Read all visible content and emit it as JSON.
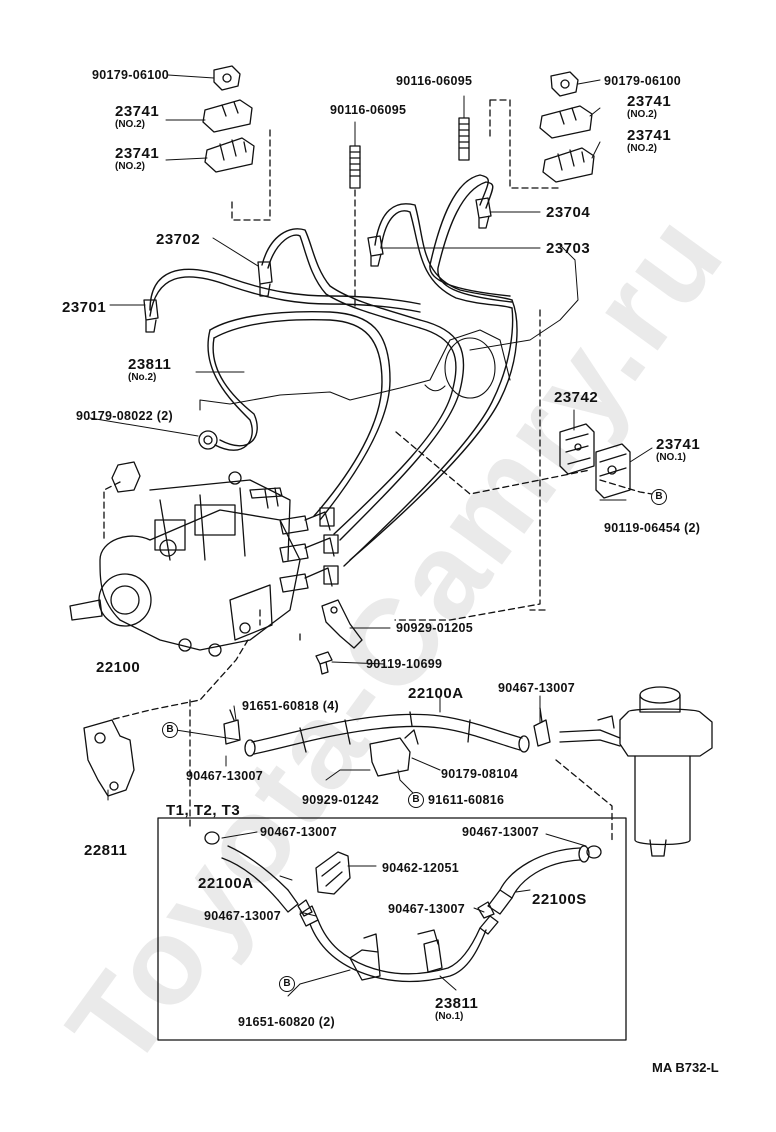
{
  "watermark": "Toyota-Camry.ru",
  "reference": "MA B732-L",
  "group_title": "T1, T2, T3",
  "circle_marker": "B",
  "labels": {
    "p90179_06100_l": "90179-06100",
    "p23741_l1": "23741",
    "p23741_l1_sub": "(NO.2)",
    "p23741_l2": "23741",
    "p23741_l2_sub": "(NO.2)",
    "p90116_a": "90116-06095",
    "p90116_b": "90116-06095",
    "p90179_06100_r": "90179-06100",
    "p23741_r1": "23741",
    "p23741_r1_sub": "(NO.2)",
    "p23741_r2": "23741",
    "p23741_r2_sub": "(NO.2)",
    "p23704": "23704",
    "p23702": "23702",
    "p23703": "23703",
    "p23701": "23701",
    "p23811_2": "23811",
    "p23811_2_sub": "(No.2)",
    "p90179_08022": "90179-08022  (2)",
    "p23742": "23742",
    "p23741_no1": "23741",
    "p23741_no1_sub": "(NO.1)",
    "p90119_06454": "90119-06454  (2)",
    "p22100": "22100",
    "p90929_01205": "90929-01205",
    "p90119_10699": "90119-10699",
    "p22100A_top": "22100A",
    "p90467_top_r": "90467-13007",
    "p91651_60818": "91651-60818  (4)",
    "p90467_top_l": "90467-13007",
    "p90179_08104": "90179-08104",
    "p90929_01242": "90929-01242",
    "p91611_60816": "91611-60816",
    "p22811": "22811",
    "p90467_box_tl": "90467-13007",
    "p90467_box_tr": "90467-13007",
    "p22100A_box": "22100A",
    "p90462_12051": "90462-12051",
    "p22100S": "22100S",
    "p90467_box_ml": "90467-13007",
    "p90467_box_mr": "90467-13007",
    "p23811_1": "23811",
    "p23811_1_sub": "(No.1)",
    "p91651_60820": "91651-60820  (2)"
  }
}
